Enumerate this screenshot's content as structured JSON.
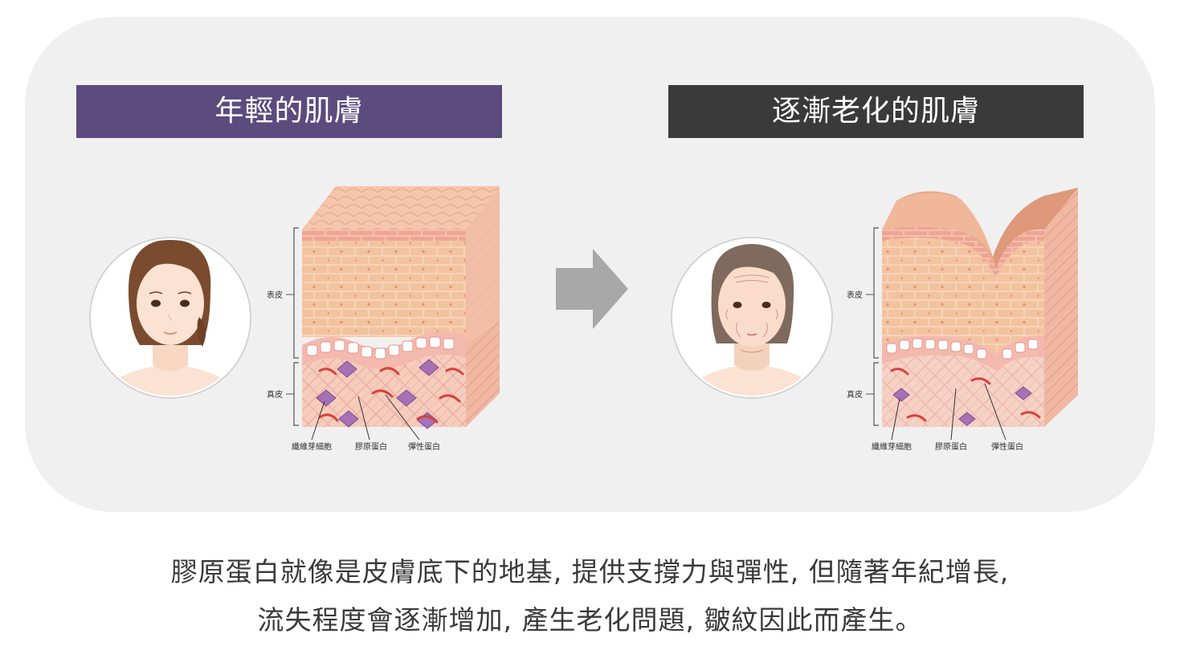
{
  "headers": {
    "young": "年輕的肌膚",
    "aged": "逐漸老化的肌膚"
  },
  "layers": {
    "epidermis": "表皮",
    "dermis": "真皮"
  },
  "components": {
    "fibroblast": "纖維芽細胞",
    "collagen": "膠原蛋白",
    "elastin": "彈性蛋白"
  },
  "caption": {
    "line1": "膠原蛋白就像是皮膚底下的地基, 提供支撐力與彈性, 但隨著年紀增長,",
    "line2": "流失程度會逐漸增加, 產生老化問題, 皺紋因此而產生。"
  },
  "colors": {
    "young_header": "#5b4b7e",
    "aged_header": "#3a3a3a",
    "panel_bg": "#f1f0f0",
    "arrow": "#a8a8a8"
  }
}
